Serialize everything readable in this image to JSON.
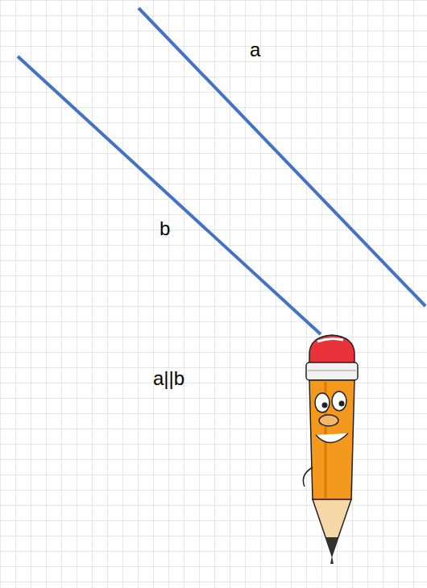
{
  "diagram": {
    "labels": [
      "a",
      "b",
      "a||b"
    ]
  }
}
